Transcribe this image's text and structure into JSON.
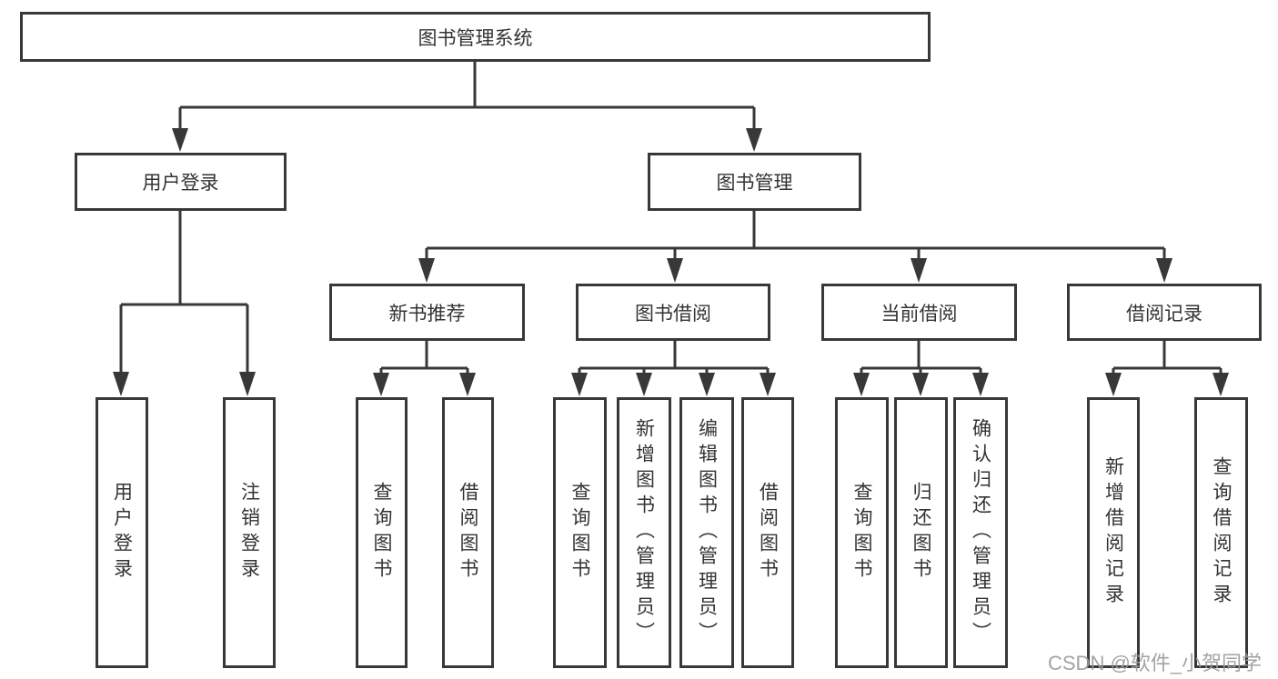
{
  "diagram": {
    "title": "图书管理系统",
    "level2": {
      "user_login": "用户登录",
      "book_management": "图书管理"
    },
    "level3": {
      "new_book_recommend": "新书推荐",
      "book_borrowing": "图书借阅",
      "current_borrowing": "当前借阅",
      "borrow_records": "借阅记录"
    },
    "leaves": {
      "user_login": [
        "用户登录",
        "注销登录"
      ],
      "new_book_recommend": [
        "查询图书",
        "借阅图书"
      ],
      "book_borrowing": [
        "查询图书",
        "新增图书（管理员）",
        "编辑图书（管理员）",
        "借阅图书"
      ],
      "current_borrowing": [
        "查询图书",
        "归还图书",
        "确认归还（管理员）"
      ],
      "borrow_records": [
        "新增借阅记录",
        "查询借阅记录"
      ]
    },
    "colors": {
      "line": "#383838",
      "text": "#333333",
      "watermark": "#9b9b9b",
      "background": "#ffffff"
    },
    "watermark": "CSDN @软件_小贺同学"
  }
}
